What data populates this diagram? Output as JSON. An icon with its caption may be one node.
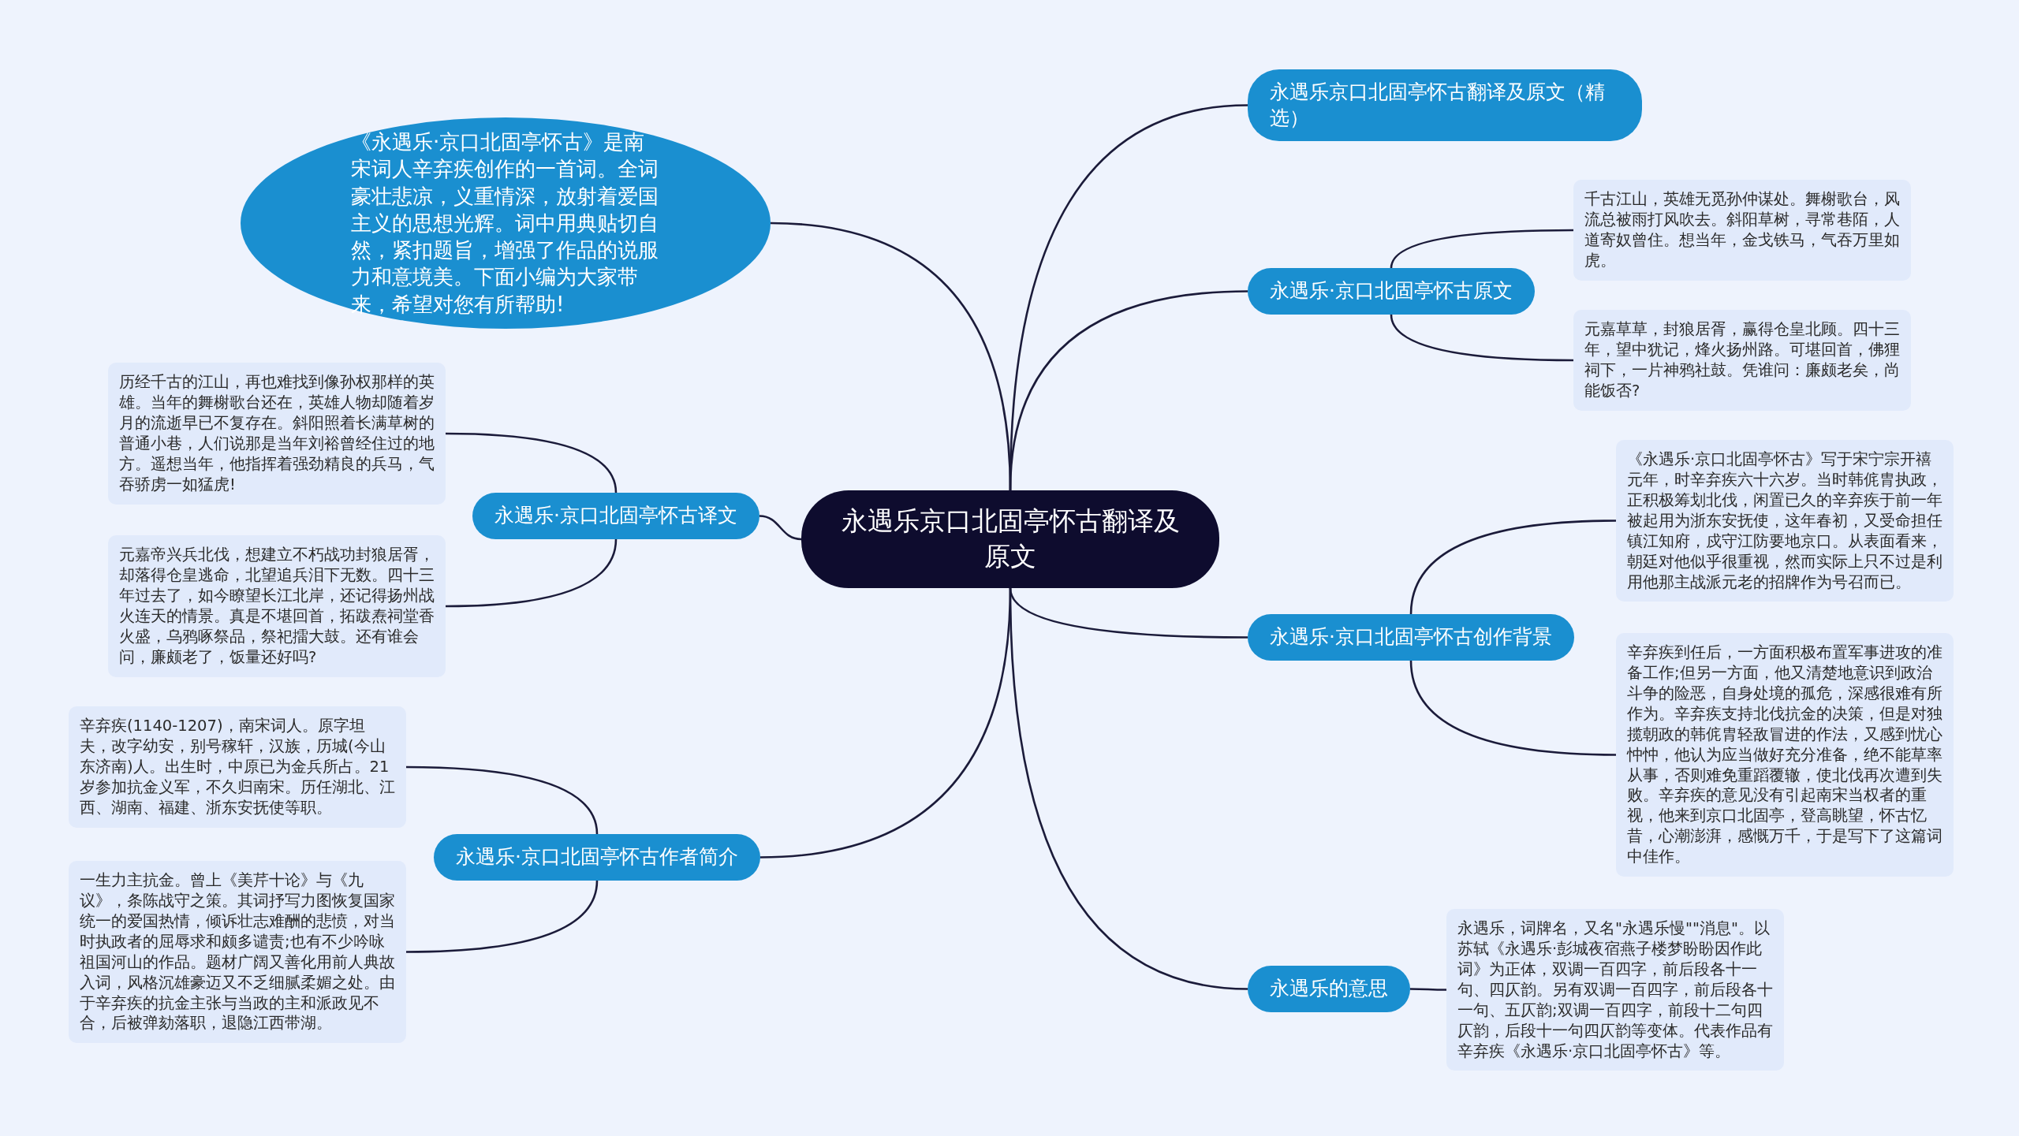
{
  "diagram": {
    "nodes": [
      {
        "text": [
          "永遇乐京口北固亭怀古翻译及原文"
        ]
      },
      {
        "text": [
          "《永遇乐·京口北固亭怀古》是南宋词人辛弃疾创作的一首词。全词豪壮悲凉，义重情深，放射着爱国主义的思想光辉。词中用典贴切自然，紧扣题旨，增强了作品的说服力和意境美。下面小编为大家带来，希望对您有所帮助!"
        ]
      },
      {
        "text": [
          "永遇乐京口北固亭怀古翻译及原文（精选）"
        ]
      },
      {
        "text": [
          "永遇乐·京口北固亭怀古原文"
        ]
      },
      {
        "text": [
          "千古江山，英雄无觅孙仲谋处。舞榭歌台，风流总被雨打风吹去。斜阳草树，寻常巷陌，人道寄奴曾住。想当年，金戈铁马，气吞万里如虎。"
        ]
      },
      {
        "text": [
          "元嘉草草，封狼居胥，赢得仓皇北顾。四十三年，望中犹记，烽火扬州路。可堪回首，佛狸祠下，一片神鸦社鼓。凭谁问：廉颇老矣，尚能饭否?"
        ]
      },
      {
        "text": [
          "永遇乐·京口北固亭怀古创作背景"
        ]
      },
      {
        "text": [
          "《永遇乐·京口北固亭怀古》写于宋宁宗开禧元年，时辛弃疾六十六岁。当时韩侂胄执政，正积极筹划北伐，闲置已久的辛弃疾于前一年被起用为浙东安抚使，这年春初，又受命担任镇江知府，戍守江防要地京口。从表面看来，朝廷对他似乎很重视，然而实际上只不过是利用他那主战派元老的招牌作为号召而已。"
        ]
      },
      {
        "text": [
          "辛弃疾到任后，一方面积极布置军事进攻的准备工作;但另一方面，他又清楚地意识到政治斗争的险恶，自身处境的孤危，深感很难有所作为。辛弃疾支持北伐抗金的决策，但是对独揽朝政的韩侂胄轻敌冒进的作法，又感到忧心忡忡，他认为应当做好充分准备，绝不能草率从事，否则难免重蹈覆辙，使北伐再次遭到失败。辛弃疾的意见没有引起南宋当权者的重视，他来到京口北固亭，登高眺望，怀古忆昔，心潮澎湃，感慨万千，于是写下了这篇词中佳作。"
        ]
      },
      {
        "text": [
          "永遇乐的意思"
        ]
      },
      {
        "text": [
          "永遇乐，词牌名，又名\"永遇乐慢\"\"消息\"。以苏轼《永遇乐·彭城夜宿燕子楼梦盼盼因作此词》为正体，双调一百四字，前后段各十一句、四仄韵。另有双调一百四字，前后段各十一句、五仄韵;双调一百四字，前段十二句四仄韵，后段十一句四仄韵等变体。代表作品有辛弃疾《永遇乐·京口北固亭怀古》等。"
        ]
      },
      {
        "text": [
          "永遇乐·京口北固亭怀古译文"
        ]
      },
      {
        "text": [
          "历经千古的江山，再也难找到像孙权那样的英雄。当年的舞榭歌台还在，英雄人物却随着岁月的流逝早已不复存在。斜阳照着长满草树的普通小巷，人们说那是当年刘裕曾经住过的地方。遥想当年，他指挥着强劲精良的兵马，气吞骄虏一如猛虎!"
        ]
      },
      {
        "text": [
          "元嘉帝兴兵北伐，想建立不朽战功封狼居胥，却落得仓皇逃命，北望追兵泪下无数。四十三年过去了，如今瞭望长江北岸，还记得扬州战火连天的情景。真是不堪回首，拓跋焘祠堂香火盛，乌鸦啄祭品，祭祀擂大鼓。还有谁会问，廉颇老了，饭量还好吗?"
        ]
      },
      {
        "text": [
          "永遇乐·京口北固亭怀古作者简介"
        ]
      },
      {
        "text": [
          "辛弃疾(1140-1207)，南宋词人。原字坦夫，改字幼安，别号稼轩，汉族，历城(今山东济南)人。出生时，中原已为金兵所占。21岁参加抗金义军，不久归南宋。历任湖北、江西、湖南、福建、浙东安抚使等职。"
        ]
      },
      {
        "text": [
          "一生力主抗金。曾上《美芹十论》与《九议》，条陈战守之策。其词抒写力图恢复国家统一的爱国热情，倾诉壮志难酬的悲愤，对当时执政者的屈辱求和颇多谴责;也有不少吟咏祖国河山的作品。题材广阔又善化用前人典故入词，风格沉雄豪迈又不乏细腻柔媚之处。由于辛弃疾的抗金主张与当政的主和派政见不合，后被弹劾落职，退隐江西带湖。"
        ]
      }
    ],
    "edges": [
      {
        "from": 0,
        "to": 1,
        "arrow": "none"
      },
      {
        "from": 0,
        "to": 2,
        "arrow": "none"
      },
      {
        "from": 0,
        "to": 3,
        "arrow": "none"
      },
      {
        "from": 3,
        "to": 4,
        "arrow": "none"
      },
      {
        "from": 3,
        "to": 5,
        "arrow": "none"
      },
      {
        "from": 0,
        "to": 6,
        "arrow": "none"
      },
      {
        "from": 6,
        "to": 7,
        "arrow": "none"
      },
      {
        "from": 6,
        "to": 8,
        "arrow": "none"
      },
      {
        "from": 0,
        "to": 9,
        "arrow": "none"
      },
      {
        "from": 9,
        "to": 10,
        "arrow": "none"
      },
      {
        "from": 0,
        "to": 11,
        "arrow": "none"
      },
      {
        "from": 11,
        "to": 12,
        "arrow": "none"
      },
      {
        "from": 11,
        "to": 13,
        "arrow": "none"
      },
      {
        "from": 0,
        "to": 14,
        "arrow": "none"
      },
      {
        "from": 14,
        "to": 15,
        "arrow": "none"
      },
      {
        "from": 14,
        "to": 16,
        "arrow": "none"
      }
    ]
  }
}
